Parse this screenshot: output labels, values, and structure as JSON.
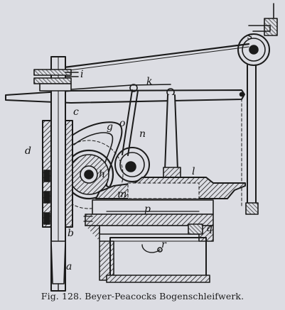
{
  "caption": "Fig. 128.  Beyer-Peacocks Bogenschleifwerk.",
  "part_labels": {
    "a": "a",
    "b": "b",
    "c": "c",
    "d": "d",
    "g": "g",
    "h": "h",
    "i": "i",
    "k": "k",
    "l": "l",
    "m": "m",
    "n": "n",
    "o": "o",
    "p": "p",
    "q": "q",
    "r": "r",
    "s": "s"
  },
  "colors": {
    "ink": "#1b1b1b",
    "paper": "#dcdde3"
  }
}
